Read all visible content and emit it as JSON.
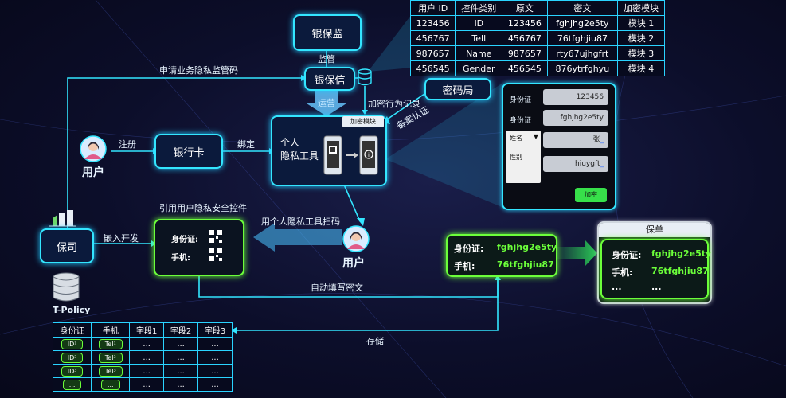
{
  "nodes": {
    "yinbaojian": "银保监",
    "yinbaoxin": "银保信",
    "mimaju": "密码局",
    "yinhangka": "银行卡",
    "baosi": "保司",
    "tool_line1": "个人",
    "tool_line2": "隐私工具",
    "tool_tag": "加密模块",
    "user_top": "用户",
    "user_bottom": "用户",
    "tpolicy": "T-Policy"
  },
  "edge_labels": {
    "apply_code": "申请业务隐私监管码",
    "supervise": "监管",
    "operate": "运营",
    "encrypt_record": "加密行为记录",
    "filing": "备案认证",
    "register": "注册",
    "bind": "绑定",
    "quote_control": "引用用户隐私安全控件",
    "scan": "用个人隐私工具扫码",
    "embed": "嵌入开发",
    "autofill": "自动填写密文",
    "store": "存储"
  },
  "top_table": {
    "headers": [
      "用户 ID",
      "控件类别",
      "原文",
      "密文",
      "加密模块"
    ],
    "rows": [
      [
        "123456",
        "ID",
        "123456",
        "fghjhg2e5ty",
        "模块 1"
      ],
      [
        "456767",
        "Tell",
        "456767",
        "76tfghjiu87",
        "模块 2"
      ],
      [
        "987657",
        "Name",
        "987657",
        "rty67ujhgfrt",
        "模块 3"
      ],
      [
        "456545",
        "Gender",
        "456545",
        "876ytrfghyu",
        "模块 4"
      ]
    ]
  },
  "phone_form": {
    "rows": [
      {
        "label": "身份证",
        "value": "123456"
      },
      {
        "label": "身份证",
        "value": "fghjhg2e5ty"
      }
    ],
    "dropdown": {
      "selected": "姓名",
      "options": [
        "性别",
        "..."
      ]
    },
    "name_value": "张",
    "gender_value": "hiuygft",
    "encrypt_button": "加密"
  },
  "control_box": {
    "id_label": "身份证:",
    "phone_label": "手机:"
  },
  "cipher_box": {
    "rows": [
      {
        "label": "身份证:",
        "value": "fghjhg2e5ty"
      },
      {
        "label": "手机:",
        "value": "76tfghjiu87"
      }
    ]
  },
  "policy_box": {
    "title": "保单",
    "rows": [
      {
        "label": "身份证:",
        "value": "fghjhg2e5ty"
      },
      {
        "label": "手机:",
        "value": "76tfghjiu87"
      },
      {
        "label": "...",
        "value": "..."
      }
    ]
  },
  "bottom_table": {
    "headers": [
      "身份证",
      "手机",
      "字段1",
      "字段2",
      "字段3"
    ],
    "rows": [
      [
        "ID¹",
        "Tel¹",
        "...",
        "...",
        "..."
      ],
      [
        "ID²",
        "Tel²",
        "...",
        "...",
        "..."
      ],
      [
        "ID³",
        "Tel³",
        "...",
        "...",
        "..."
      ],
      [
        "...",
        "...",
        "...",
        "...",
        "..."
      ]
    ]
  },
  "colors": {
    "cyan": "#33e6ff",
    "green": "#6cff3a",
    "accent_green": "#2ee05a"
  }
}
